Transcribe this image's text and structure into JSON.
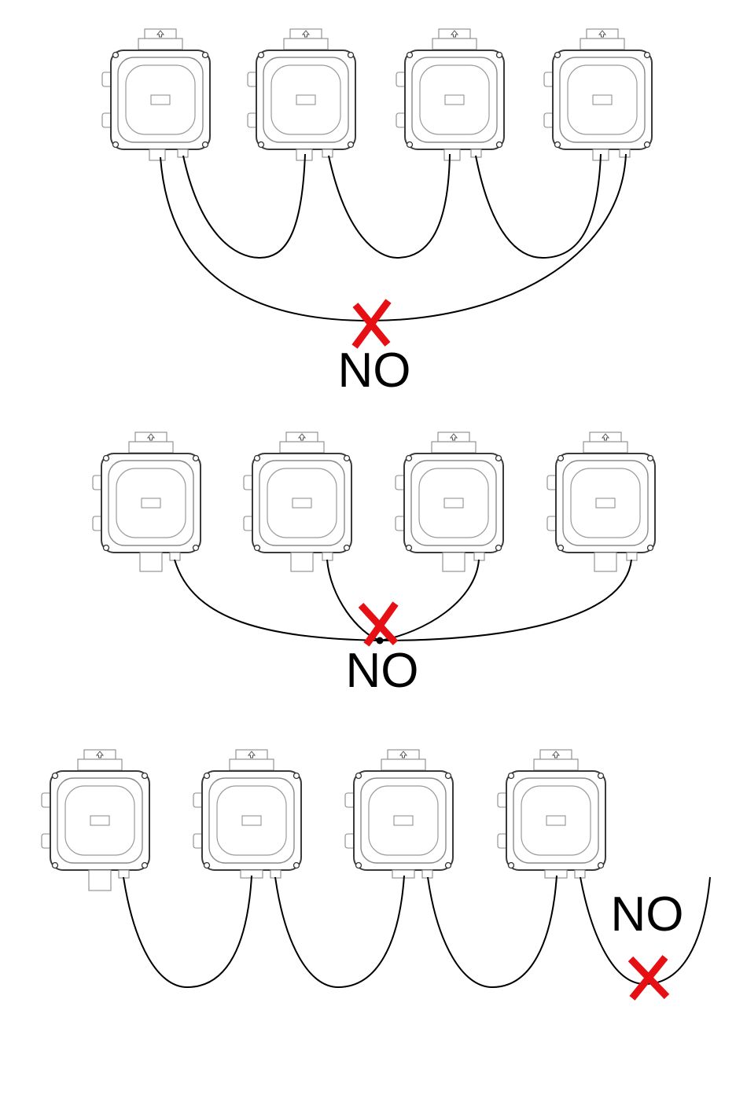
{
  "colors": {
    "cross": "#e60f14",
    "cable": "#000000",
    "device_outline": "#3a3a3a"
  },
  "panels": [
    {
      "id": "ring-loop",
      "device_count": 4,
      "label": "NO",
      "marker": "red-cross-icon"
    },
    {
      "id": "star-joint",
      "device_count": 4,
      "label": "NO",
      "marker": "red-cross-icon"
    },
    {
      "id": "open-end",
      "device_count": 4,
      "label": "NO",
      "marker": "red-cross-icon"
    }
  ]
}
